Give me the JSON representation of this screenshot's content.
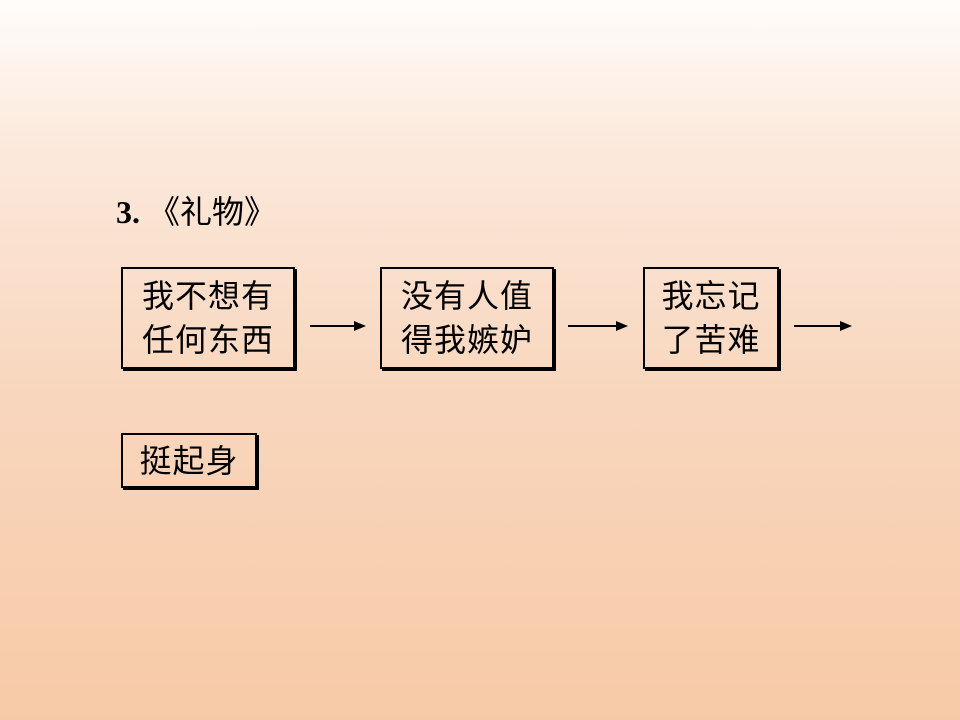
{
  "heading": {
    "number": "3",
    "separator": ".",
    "title": "《礼物》"
  },
  "steps": [
    {
      "line1": "我不想有",
      "line2": "任何东西"
    },
    {
      "line1": "没有人值",
      "line2": "得我嫉妒"
    },
    {
      "line1": "我忘记",
      "line2": "了苦难"
    },
    {
      "line1": "挺起身"
    }
  ]
}
